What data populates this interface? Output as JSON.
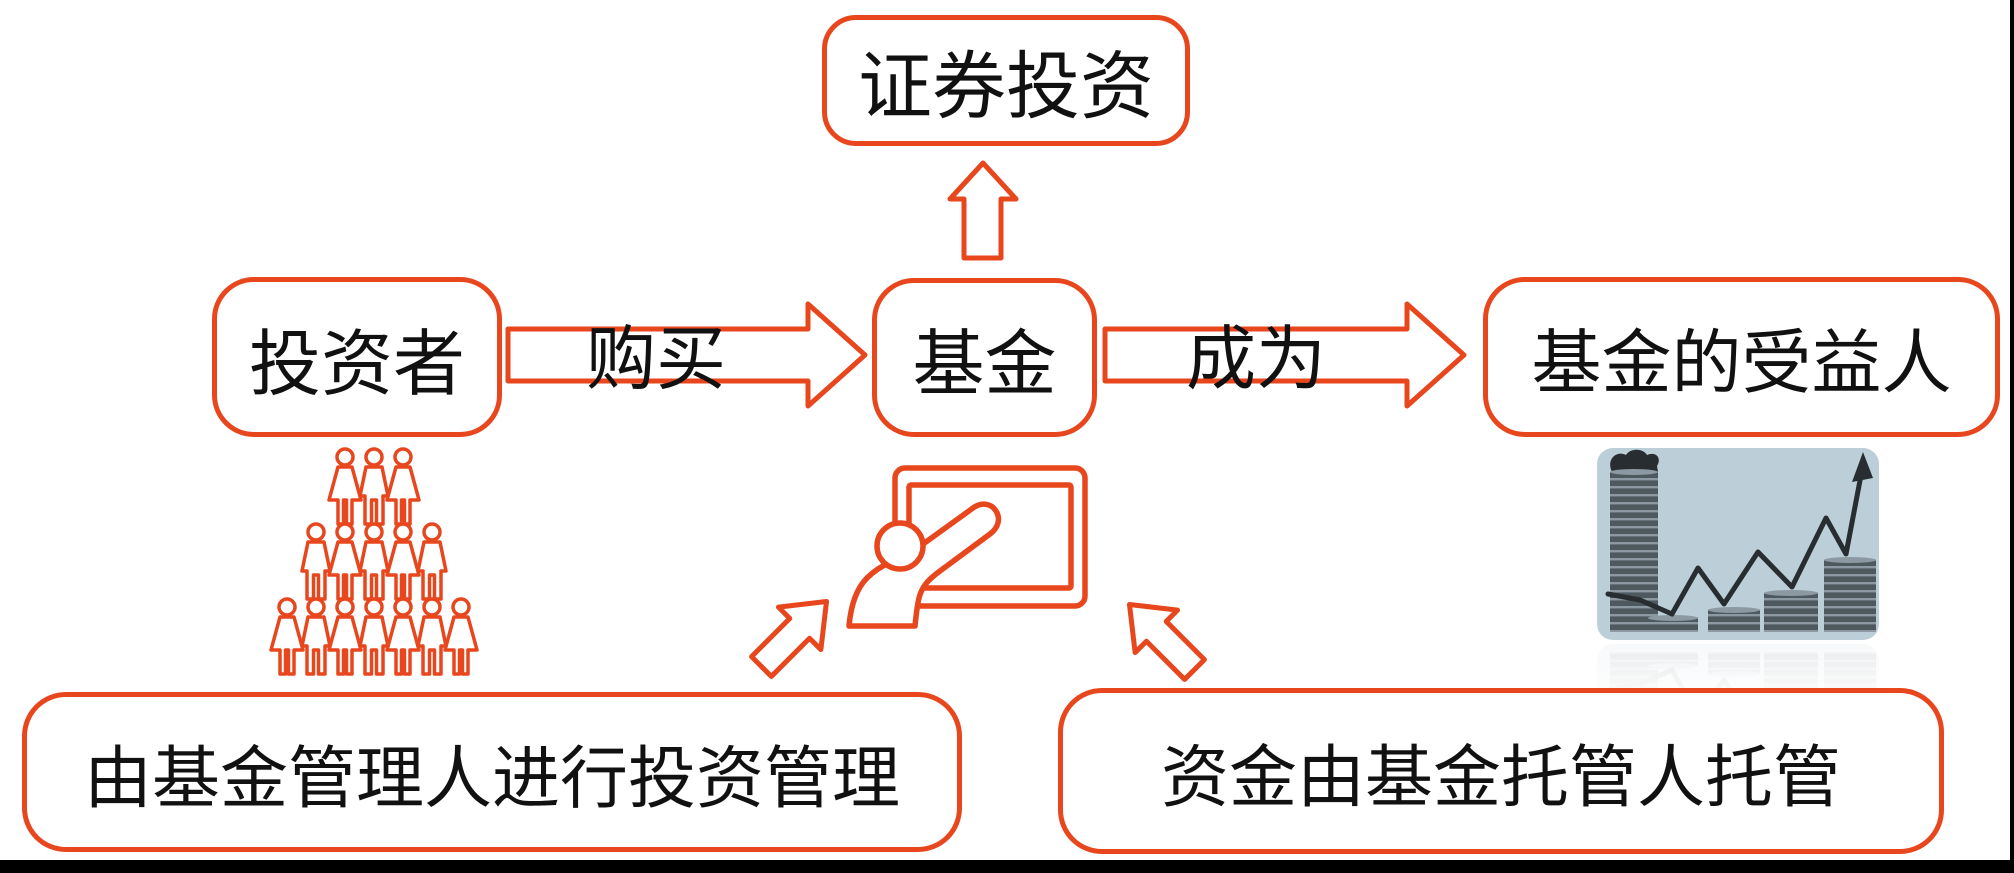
{
  "colors": {
    "accent": "#e8461d",
    "text": "#111111",
    "chart_bg": "#bccfd8",
    "chart_ink": "#272d31",
    "coin_dark": "#4e585f",
    "coin_light": "#8c99a2"
  },
  "nodes": {
    "securities": {
      "label": "证券投资"
    },
    "investor": {
      "label": "投资者"
    },
    "fund": {
      "label": "基金"
    },
    "beneficiary": {
      "label": "基金的受益人"
    },
    "manager": {
      "label": "由基金管理人进行投资管理"
    },
    "custodian": {
      "label": "资金由基金托管人托管"
    }
  },
  "edges": {
    "buy": {
      "label": "购买"
    },
    "become": {
      "label": "成为"
    }
  },
  "icons": {
    "fund_to_securities": "block-arrow-up-icon",
    "manager_to_fund": "block-arrow-up-right-icon",
    "custodian_to_fund": "block-arrow-up-left-icon",
    "investors": "crowd-of-people-icon",
    "fund_manager": "presenter-at-whiteboard-icon",
    "custodian_assets": "coin-stacks-growth-chart-image"
  }
}
